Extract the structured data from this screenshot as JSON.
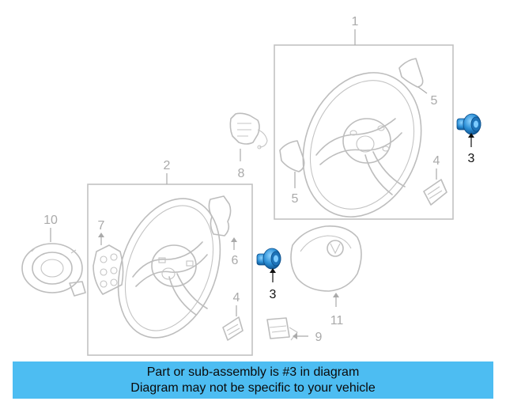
{
  "diagram": {
    "callouts": {
      "p1": "1",
      "p2": "2",
      "p3a": "3",
      "p3b": "3",
      "p4a": "4",
      "p4b": "4",
      "p5a": "5",
      "p5b": "5",
      "p6": "6",
      "p7": "7",
      "p8": "8",
      "p9": "9",
      "p10": "10",
      "p11": "11"
    },
    "highlight_part": "3",
    "colors": {
      "highlight_bolt": "#2b8fd6",
      "line_art": "#bdbdbd",
      "callout_dim": "#aaaaaa",
      "callout_active": "#111111"
    }
  },
  "banner": {
    "line1": "Part or sub-assembly is #3 in diagram",
    "line2": "Diagram may not be specific to your vehicle",
    "color": "#4dbdf2"
  }
}
